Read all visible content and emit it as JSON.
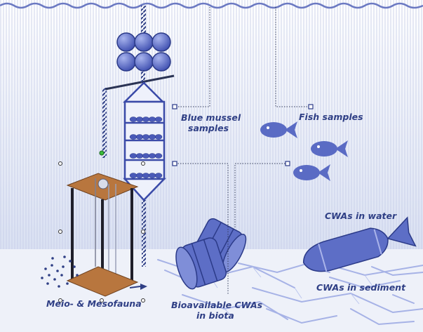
{
  "labels": {
    "blue_mussel_line1": "Blue mussel",
    "blue_mussel_line2": "samples",
    "fish_samples": "Fish samples",
    "cwas_in_water": "CWAs in water",
    "cwas_in_sediment": "CWAs in sediment",
    "bioavailable_line1": "Bioavailable CWAs",
    "bioavailable_line2": "in biota",
    "meio_mesofauna": "Meio- & Mesofauna"
  },
  "colors": {
    "ink": "#2f3f85",
    "shape_fill": "#5d6ec6",
    "shape_stroke": "#2b3a88",
    "water_top": "#ffffff",
    "water_bottom": "#d7def1",
    "stripe": "#c3cbe6",
    "seabed": "#eef0f8",
    "sediment_streaks": "#a7b3e6",
    "platform": "#b8763e",
    "rope": "#2f3f85"
  },
  "icons": [
    "buoy-cluster",
    "mussel-cage",
    "fish-icon",
    "barrel",
    "bomb",
    "sediment-trap"
  ]
}
